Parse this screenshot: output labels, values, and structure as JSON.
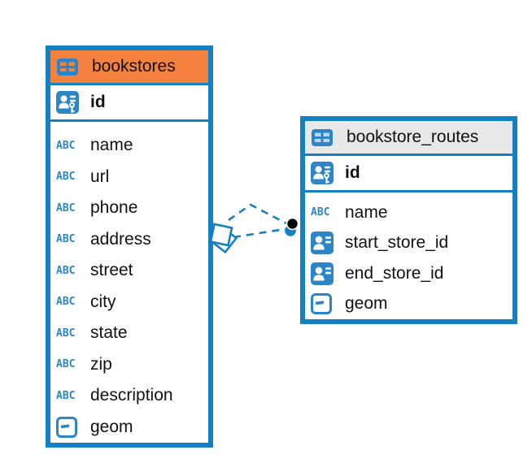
{
  "app": {
    "view": "entity-relationship-diagram"
  },
  "colors": {
    "accent_blue": "#1480c4",
    "icon_blue": "#2b85c6",
    "bookstores_header": "#f5813e",
    "bookstore_routes_header": "#e8e8e8",
    "bookstores_icon_cells": "#f5813e",
    "bookstore_routes_icon_cells": "#b9d8ee",
    "relation_dot_black": "#000000",
    "text": "#111111",
    "background": "#ffffff"
  },
  "icons": {
    "text_glyph": "ABC"
  },
  "tables": [
    {
      "name": "bookstores",
      "header_color": "#f5813e",
      "icon_cell_color": "#f5813e",
      "primary_key": {
        "name": "id",
        "type": "primary-key"
      },
      "columns": [
        {
          "name": "name",
          "type": "text"
        },
        {
          "name": "url",
          "type": "text"
        },
        {
          "name": "phone",
          "type": "text"
        },
        {
          "name": "address",
          "type": "text"
        },
        {
          "name": "street",
          "type": "text"
        },
        {
          "name": "city",
          "type": "text"
        },
        {
          "name": "state",
          "type": "text"
        },
        {
          "name": "zip",
          "type": "text"
        },
        {
          "name": "description",
          "type": "text"
        },
        {
          "name": "geom",
          "type": "geometry"
        }
      ]
    },
    {
      "name": "bookstore_routes",
      "header_color": "#e8e8e8",
      "icon_cell_color": "#b9d8ee",
      "primary_key": {
        "name": "id",
        "type": "primary-key"
      },
      "columns": [
        {
          "name": "name",
          "type": "text"
        },
        {
          "name": "start_store_id",
          "type": "reference"
        },
        {
          "name": "end_store_id",
          "type": "reference"
        },
        {
          "name": "geom",
          "type": "geometry"
        }
      ]
    }
  ],
  "relations": [
    {
      "between": [
        "bookstores",
        "bookstore_routes"
      ],
      "line_style": "dashed",
      "end_markers": [
        "diamond",
        "circle"
      ]
    },
    {
      "between": [
        "bookstores",
        "bookstore_routes"
      ],
      "line_style": "dashed",
      "end_markers": [
        "diamond",
        "circle"
      ]
    }
  ]
}
